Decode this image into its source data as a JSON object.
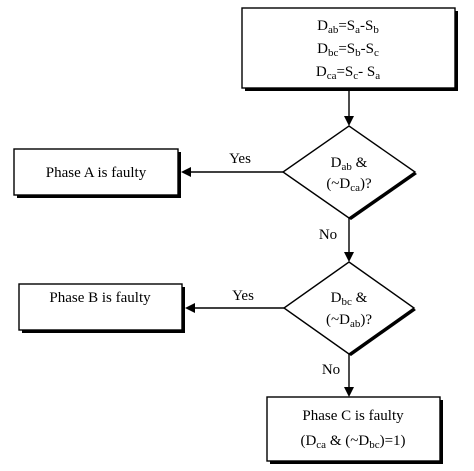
{
  "start_box": {
    "line1": {
      "base": "D",
      "sub1": "ab",
      "eq": "=S",
      "sub2": "a",
      "mid": "-S",
      "sub3": "b"
    },
    "line2": {
      "base": "D",
      "sub1": "bc",
      "eq": "=S",
      "sub2": "b",
      "mid": "-S",
      "sub3": "c"
    },
    "line3": {
      "base": "D",
      "sub1": "ca",
      "eq": "=S",
      "sub2": "c",
      "mid": "- S",
      "sub3": "a"
    }
  },
  "decision1": {
    "line1": {
      "base": "D",
      "sub": "ab",
      "tail": " &"
    },
    "line2": {
      "pre": "(~D",
      "sub": "ca",
      "tail": ")?"
    }
  },
  "decision2": {
    "line1": {
      "base": "D",
      "sub": "bc",
      "tail": " &"
    },
    "line2": {
      "pre": "(~D",
      "sub": "ab",
      "tail": ")?"
    }
  },
  "phase_a": "Phase A is faulty",
  "phase_b": "Phase B is faulty",
  "phase_c": {
    "line1": "Phase C is faulty",
    "line2": {
      "pre": "(D",
      "sub1": "ca",
      "mid": " & (~D",
      "sub2": "bc",
      "tail": ")=1)"
    }
  },
  "labels": {
    "yes1": "Yes",
    "no1": "No",
    "yes2": "Yes",
    "no2": "No"
  }
}
